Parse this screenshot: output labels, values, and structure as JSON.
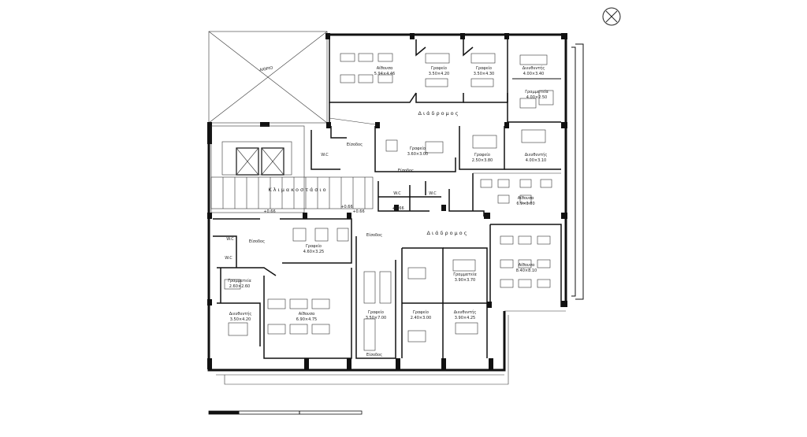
{
  "rooms": [
    {
      "id": "r1",
      "name": "Αίθουσα",
      "dims": "5.94×4.46"
    },
    {
      "id": "r2",
      "name": "Γραφείο",
      "dims": "3.50×4.20"
    },
    {
      "id": "r3",
      "name": "Γραφείο",
      "dims": "3.50×4.30"
    },
    {
      "id": "r4",
      "name": "Διευθυντής",
      "dims": "4.00×3.40"
    },
    {
      "id": "r5",
      "name": "Γραμματεία",
      "dims": "4.00×2.50"
    },
    {
      "id": "r6",
      "name": "Γραφείο",
      "dims": "3.60×3.00"
    },
    {
      "id": "r7",
      "name": "Γραφείο",
      "dims": "2.50×3.80"
    },
    {
      "id": "r8",
      "name": "Διευθυντής",
      "dims": "4.00×3.10"
    },
    {
      "id": "r9",
      "name": "Αίθουσα",
      "dims": "6.9×3.00"
    },
    {
      "id": "r10",
      "name": "Αίθουσα",
      "dims": "8.40×8.10"
    },
    {
      "id": "r11",
      "name": "Γραφείο",
      "dims": "4.60×3.25"
    },
    {
      "id": "r12",
      "name": "Γραμματεία",
      "dims": "3.90×3.70"
    },
    {
      "id": "r13",
      "name": "Γραμματεία",
      "dims": "2.60×2.60"
    },
    {
      "id": "r14",
      "name": "Διευθυντής",
      "dims": "3.50×4.20"
    },
    {
      "id": "r15",
      "name": "Αίθουσα",
      "dims": "6.90×4.75"
    },
    {
      "id": "r16",
      "name": "Γραφείο",
      "dims": "3.50×7.00"
    },
    {
      "id": "r17",
      "name": "Γραφείο",
      "dims": "2.40×3.00"
    },
    {
      "id": "r18",
      "name": "Διευθυντής",
      "dims": "3.90×4.25"
    }
  ],
  "spaces": {
    "corridor_top": "Διάδρομος",
    "corridor_mid": "Διάδρομος",
    "staircase": "Κλιμακοστάσιο",
    "void": "ΑΙΘΡΙΟ",
    "entrance_1": "Είσοδος",
    "entrance_2": "Είσοδος",
    "entrance_3": "Είσοδος",
    "entrance_4": "Είσοδος",
    "entrance_5": "Είσοδος"
  },
  "wc": [
    "W.C",
    "W.C",
    "W.C",
    "W.C",
    "W.C"
  ],
  "levels": [
    "+0.66",
    "+0.66",
    "+0.66",
    "+0.66"
  ],
  "north_symbol": "north-arrow"
}
